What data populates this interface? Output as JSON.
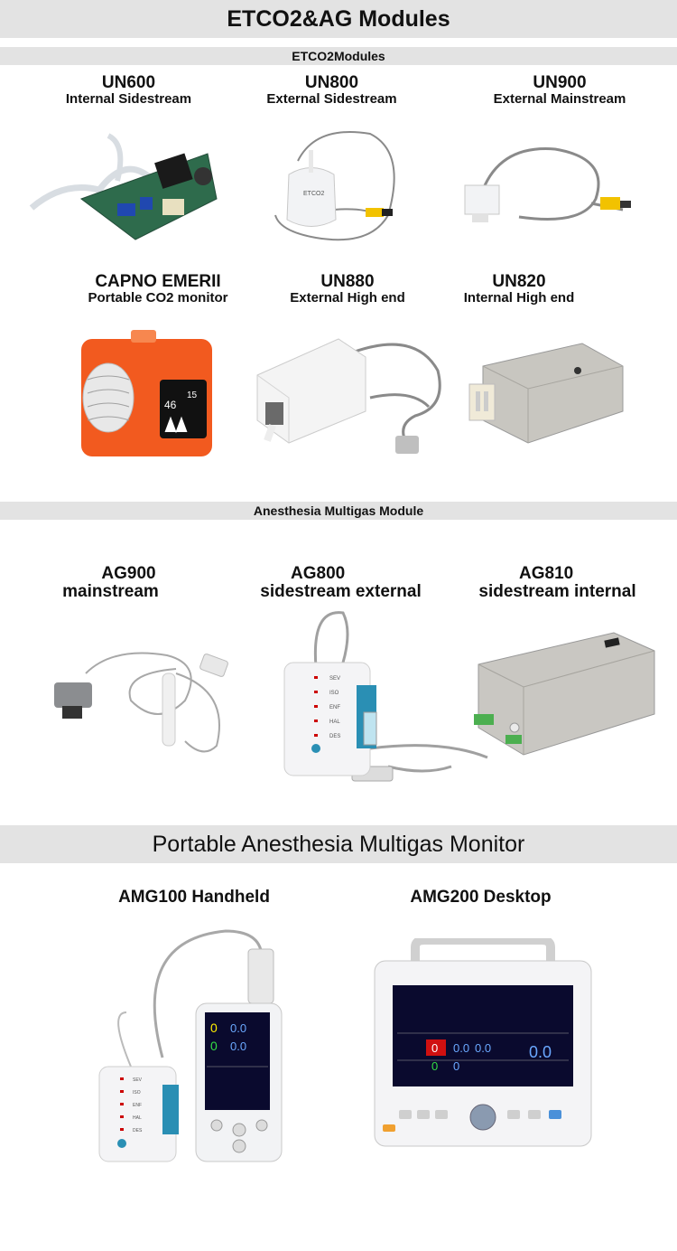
{
  "page": {
    "title": "ETCO2&AG Modules",
    "section_etco2": "ETCO2Modules",
    "section_ag": "Anesthesia Multigas Module",
    "section_monitor": "Portable Anesthesia Multigas Monitor"
  },
  "etco2_modules": [
    {
      "model": "UN600",
      "desc": "Internal Sidestream"
    },
    {
      "model": "UN800",
      "desc": "External Sidestream"
    },
    {
      "model": "UN900",
      "desc": "External Mainstream"
    },
    {
      "model": "CAPNO EMERII",
      "desc": "Portable CO2 monitor"
    },
    {
      "model": "UN880",
      "desc": "External High end"
    },
    {
      "model": "UN820",
      "desc": "Internal High end"
    }
  ],
  "ag_modules": [
    {
      "model": "AG900",
      "desc": "mainstream"
    },
    {
      "model": "AG800",
      "desc": "sidestream external"
    },
    {
      "model": "AG810",
      "desc": "sidestream internal"
    }
  ],
  "monitors": [
    {
      "label": "AMG100 Handheld"
    },
    {
      "label": "AMG200 Desktop"
    }
  ],
  "device_text": {
    "capno_screen_a": "46",
    "capno_screen_b": "15",
    "ag800_gases": [
      "SEV",
      "ISO",
      "ENF",
      "HAL",
      "DES"
    ],
    "amg100_gases": [
      "SEV",
      "ISO",
      "ENF",
      "HAL",
      "DES"
    ],
    "amg100_values": [
      "0",
      "0.0",
      "0",
      "0.0"
    ],
    "amg200_values": [
      "0",
      "0",
      "0.0",
      "0",
      "0.0",
      "0.0"
    ]
  },
  "colors": {
    "band": "#e3e3e3",
    "capno_orange": "#f25a1f",
    "module_white": "#f2f3f5",
    "screen_dark": "#0a0a2e",
    "accent_teal": "#1f8fb0"
  }
}
